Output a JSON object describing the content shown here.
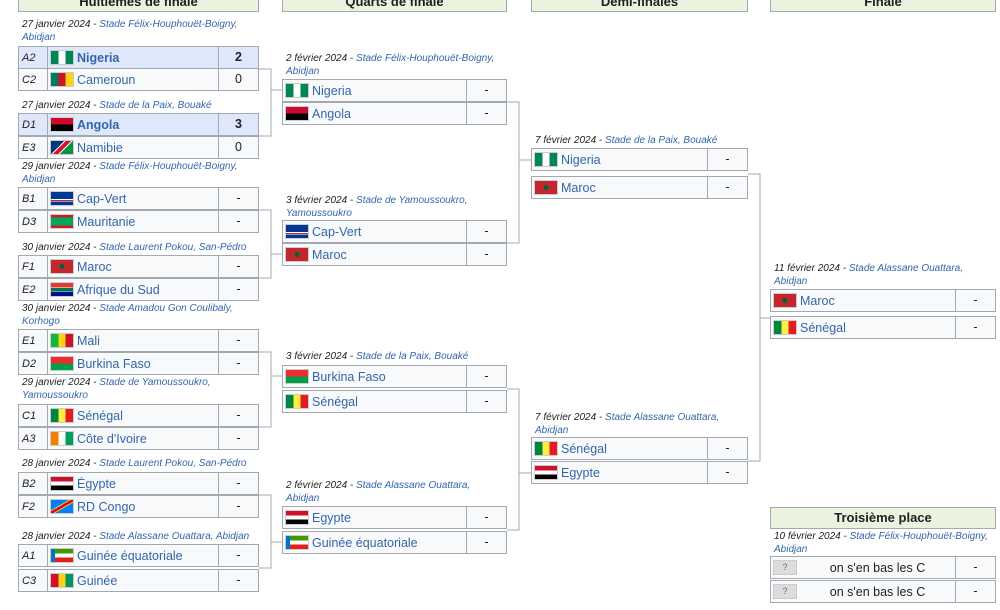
{
  "headers": {
    "r16": "Huitièmes de finale",
    "qf": "Quarts de finale",
    "sf": "Demi-finales",
    "final": "Finale",
    "third": "Troisième place"
  },
  "r16": [
    {
      "date": "27 janvier 2024",
      "venue": "Stade Félix-Houphouët-Boigny, Abidjan",
      "teams": [
        {
          "seed": "A2",
          "name": "Nigeria",
          "score": "2",
          "winner": true,
          "flag": "nigeria"
        },
        {
          "seed": "C2",
          "name": "Cameroun",
          "score": "0",
          "winner": false,
          "flag": "cameroun"
        }
      ]
    },
    {
      "date": "27 janvier 2024",
      "venue": "Stade de la Paix, Bouaké",
      "teams": [
        {
          "seed": "D1",
          "name": "Angola",
          "score": "3",
          "winner": true,
          "flag": "angola"
        },
        {
          "seed": "E3",
          "name": "Namibie",
          "score": "0",
          "winner": false,
          "flag": "namibie"
        }
      ]
    },
    {
      "date": "29 janvier 2024",
      "venue": "Stade Félix-Houphouët-Boigny, Abidjan",
      "teams": [
        {
          "seed": "B1",
          "name": "Cap-Vert",
          "score": "-",
          "flag": "capvert"
        },
        {
          "seed": "D3",
          "name": "Mauritanie",
          "score": "-",
          "flag": "mauritanie"
        }
      ]
    },
    {
      "date": "30 janvier 2024",
      "venue": "Stade Laurent Pokou, San-Pédro",
      "teams": [
        {
          "seed": "F1",
          "name": "Maroc",
          "score": "-",
          "flag": "maroc"
        },
        {
          "seed": "E2",
          "name": "Afrique du Sud",
          "score": "-",
          "flag": "afriquedusud"
        }
      ]
    },
    {
      "date": "30 janvier 2024",
      "venue": "Stade Amadou Gon Coulibaly, Korhogo",
      "teams": [
        {
          "seed": "E1",
          "name": "Mali",
          "score": "-",
          "flag": "mali"
        },
        {
          "seed": "D2",
          "name": "Burkina Faso",
          "score": "-",
          "flag": "burkina"
        }
      ]
    },
    {
      "date": "29 janvier 2024",
      "venue": "Stade de Yamoussoukro, Yamoussoukro",
      "teams": [
        {
          "seed": "C1",
          "name": "Sénégal",
          "score": "-",
          "flag": "senegal"
        },
        {
          "seed": "A3",
          "name": "Côte d'Ivoire",
          "score": "-",
          "flag": "civ"
        }
      ]
    },
    {
      "date": "28 janvier 2024",
      "venue": "Stade Laurent Pokou, San-Pédro",
      "teams": [
        {
          "seed": "B2",
          "name": "Égypte",
          "score": "-",
          "flag": "egypte"
        },
        {
          "seed": "F2",
          "name": "RD Congo",
          "score": "-",
          "flag": "rdc"
        }
      ]
    },
    {
      "date": "28 janvier 2024",
      "venue": "Stade Alassane Ouattara, Abidjan",
      "teams": [
        {
          "seed": "A1",
          "name": "Guinée équatoriale",
          "score": "-",
          "flag": "guineeeq"
        },
        {
          "seed": "C3",
          "name": "Guinée",
          "score": "-",
          "flag": "guinee"
        }
      ]
    }
  ],
  "qf": [
    {
      "date": "2 février 2024",
      "venue": "Stade Félix-Houphouët-Boigny, Abidjan",
      "teams": [
        {
          "name": "Nigeria",
          "score": "-",
          "flag": "nigeria"
        },
        {
          "name": "Angola",
          "score": "-",
          "flag": "angola"
        }
      ]
    },
    {
      "date": "3 février 2024",
      "venue": "Stade de Yamoussoukro, Yamoussoukro",
      "teams": [
        {
          "name": "Cap-Vert",
          "score": "-",
          "flag": "capvert"
        },
        {
          "name": "Maroc",
          "score": "-",
          "flag": "maroc"
        }
      ]
    },
    {
      "date": "3 février 2024",
      "venue": "Stade de la Paix, Bouaké",
      "teams": [
        {
          "name": "Burkina Faso",
          "score": "-",
          "flag": "burkina"
        },
        {
          "name": "Sénégal",
          "score": "-",
          "flag": "senegal"
        }
      ]
    },
    {
      "date": "2 février 2024",
      "venue": "Stade Alassane Ouattara, Abidjan",
      "teams": [
        {
          "name": "Egypte",
          "score": "-",
          "flag": "egypte"
        },
        {
          "name": "Guinée équatoriale",
          "score": "-",
          "flag": "guineeeq"
        }
      ]
    }
  ],
  "sf": [
    {
      "date": "7 février 2024",
      "venue": "Stade de la Paix, Bouaké",
      "teams": [
        {
          "name": "Nigeria",
          "score": "-",
          "flag": "nigeria"
        },
        {
          "name": "Maroc",
          "score": "-",
          "flag": "maroc"
        }
      ]
    },
    {
      "date": "7 février 2024",
      "venue": "Stade Alassane Ouattara, Abidjan",
      "teams": [
        {
          "name": "Sénégal",
          "score": "-",
          "flag": "senegal"
        },
        {
          "name": "Egypte",
          "score": "-",
          "flag": "egypte"
        }
      ]
    }
  ],
  "final": {
    "date": "11 février 2024",
    "venue": "Stade Alassane Ouattara, Abidjan",
    "teams": [
      {
        "name": "Maroc",
        "score": "-",
        "flag": "maroc"
      },
      {
        "name": "Sénégal",
        "score": "-",
        "flag": "senegal"
      }
    ]
  },
  "third": {
    "date": "10 février 2024",
    "venue": "Stade Félix-Houphouët-Boigny, Abidjan",
    "teams": [
      {
        "name": "on s'en bas les C",
        "score": "-",
        "flag": "unknown",
        "flag_text": "?"
      },
      {
        "name": "on s'en bas les C",
        "score": "-",
        "flag": "unknown",
        "flag_text": "?"
      }
    ]
  },
  "colors": {
    "winner_bg": "#dfe7fb",
    "row_bg": "#f8f9fa",
    "header_bg": "#eaf3dd",
    "border": "#a2a9b1",
    "link": "#3366aa"
  }
}
